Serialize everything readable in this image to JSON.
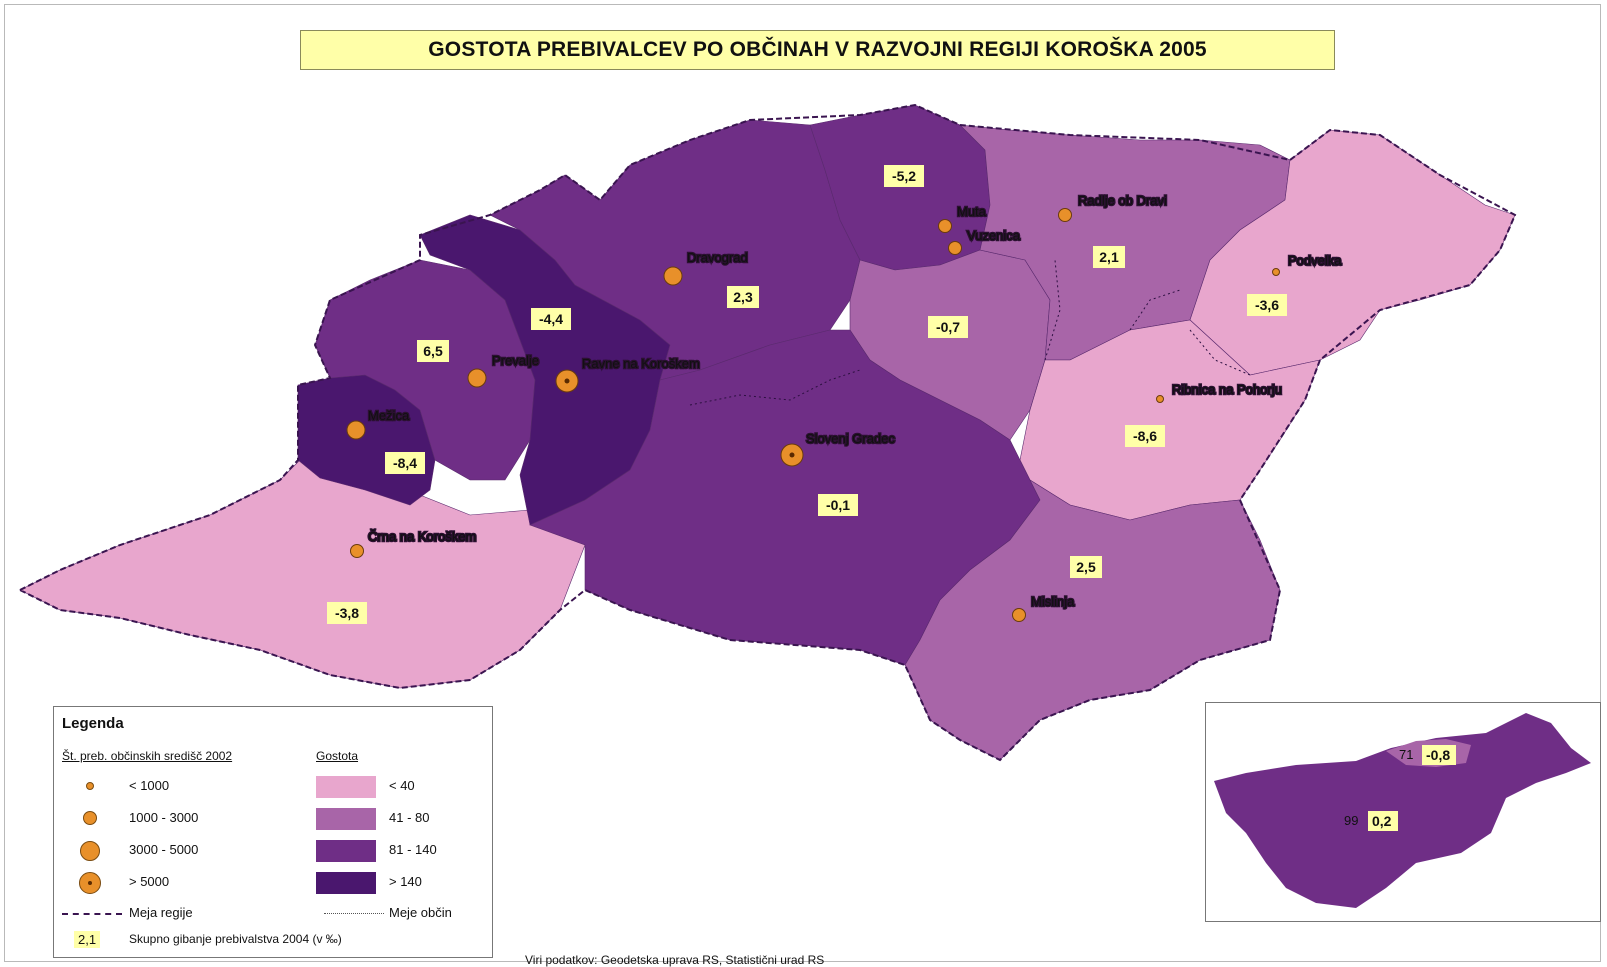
{
  "map": {
    "title": "GOSTOTA PREBIVALCEV PO OBČINAH V RAZVOJNI REGIJI KOROŠKA 2005",
    "colors": {
      "density_lt40": "#e8a6cd",
      "density_41_80": "#a865a8",
      "density_81_140": "#6f2e86",
      "density_gt140": "#4a176e",
      "value_label_bg": "#ffffa8",
      "settlement_marker": "#e8902a"
    },
    "regions": [
      {
        "name": "Črna na Koroškem",
        "value": "-3,8",
        "density_class": "< 40"
      },
      {
        "name": "Mežica",
        "value": "-8,4",
        "density_class": "> 140"
      },
      {
        "name": "Prevalje",
        "value": "6,5",
        "density_class": "81 - 140"
      },
      {
        "name": "Ravne na Koroškem",
        "value": "-4,4",
        "density_class": "> 140"
      },
      {
        "name": "Dravograd",
        "value": "2,3",
        "density_class": "81 - 140"
      },
      {
        "name": "Muta",
        "value": "-5,2",
        "density_class": "81 - 140"
      },
      {
        "name": "Vuzenica",
        "value": "-0,7",
        "density_class": "41 - 80"
      },
      {
        "name": "Radlje ob Dravi",
        "value": "2,1",
        "density_class": "41 - 80"
      },
      {
        "name": "Podvelka",
        "value": "-3,6",
        "density_class": "< 40"
      },
      {
        "name": "Ribnica na Pohorju",
        "value": "-8,6",
        "density_class": "< 40"
      },
      {
        "name": "Slovenj Gradec",
        "value": "-0,1",
        "density_class": "81 - 140"
      },
      {
        "name": "Mislinja",
        "value": "2,5",
        "density_class": "41 - 80"
      }
    ],
    "settlements": [
      {
        "name": "Črna na Koroškem",
        "size_class": "1000 - 3000"
      },
      {
        "name": "Mežica",
        "size_class": "3000 - 5000"
      },
      {
        "name": "Prevalje",
        "size_class": "3000 - 5000"
      },
      {
        "name": "Ravne na Koroškem",
        "size_class": "> 5000"
      },
      {
        "name": "Dravograd",
        "size_class": "3000 - 5000"
      },
      {
        "name": "Muta",
        "size_class": "1000 - 3000"
      },
      {
        "name": "Vuzenica",
        "size_class": "1000 - 3000"
      },
      {
        "name": "Radlje ob Dravi",
        "size_class": "1000 - 3000"
      },
      {
        "name": "Podvelka",
        "size_class": "< 1000"
      },
      {
        "name": "Ribnica na Pohorju",
        "size_class": "< 1000"
      },
      {
        "name": "Slovenj Gradec",
        "size_class": "> 5000"
      },
      {
        "name": "Mislinja",
        "size_class": "1000 - 3000"
      }
    ]
  },
  "legend": {
    "title": "Legenda",
    "settlement_header": "Št. preb. občinskih središč 2002",
    "density_header": "Gostota",
    "settlement_classes": [
      "< 1000",
      "1000 - 3000",
      "3000 - 5000",
      "> 5000"
    ],
    "density_classes": [
      "< 40",
      "41 - 80",
      "81 - 140",
      "> 140"
    ],
    "region_border": "Meja regije",
    "municipality_border": "Meje občin",
    "value_example": "2,1",
    "value_description": "Skupno gibanje prebivalstva 2004 (v ‰)"
  },
  "inset": {
    "region_density": "71",
    "region_value": "-0,8",
    "slovenia_density": "99",
    "slovenia_value": "0,2"
  },
  "source": "Viri podatkov: Geodetska uprava RS, Statistični urad RS"
}
